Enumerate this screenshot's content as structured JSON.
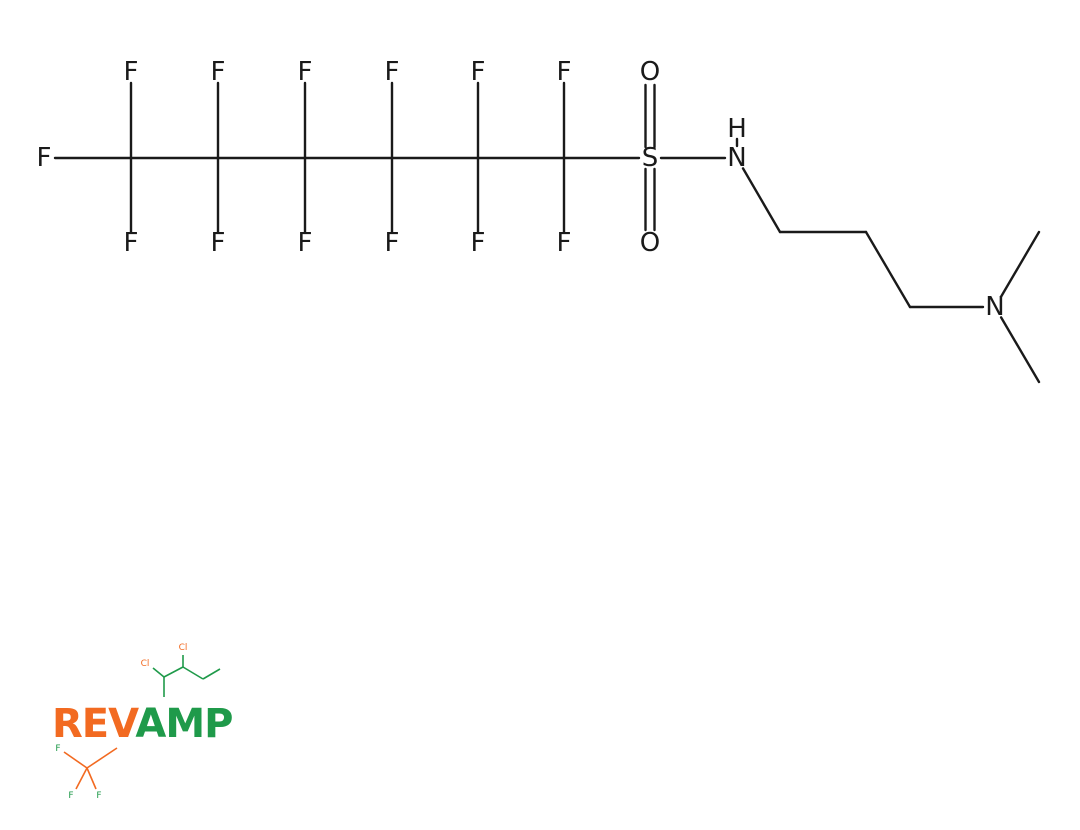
{
  "structure": {
    "atoms": [
      {
        "id": "F0",
        "el": "F",
        "label": "F"
      },
      {
        "id": "C1",
        "el": "C",
        "label": ""
      },
      {
        "id": "C2",
        "el": "C",
        "label": ""
      },
      {
        "id": "C3",
        "el": "C",
        "label": ""
      },
      {
        "id": "C4",
        "el": "C",
        "label": ""
      },
      {
        "id": "C5",
        "el": "C",
        "label": ""
      },
      {
        "id": "C6",
        "el": "C",
        "label": ""
      },
      {
        "id": "F1a",
        "el": "F",
        "label": "F"
      },
      {
        "id": "F1b",
        "el": "F",
        "label": "F"
      },
      {
        "id": "F2a",
        "el": "F",
        "label": "F"
      },
      {
        "id": "F2b",
        "el": "F",
        "label": "F"
      },
      {
        "id": "F3a",
        "el": "F",
        "label": "F"
      },
      {
        "id": "F3b",
        "el": "F",
        "label": "F"
      },
      {
        "id": "F4a",
        "el": "F",
        "label": "F"
      },
      {
        "id": "F4b",
        "el": "F",
        "label": "F"
      },
      {
        "id": "F5a",
        "el": "F",
        "label": "F"
      },
      {
        "id": "F5b",
        "el": "F",
        "label": "F"
      },
      {
        "id": "F6a",
        "el": "F",
        "label": "F"
      },
      {
        "id": "F6b",
        "el": "F",
        "label": "F"
      },
      {
        "id": "S",
        "el": "S",
        "label": "S"
      },
      {
        "id": "O1",
        "el": "O",
        "label": "O"
      },
      {
        "id": "O2",
        "el": "O",
        "label": "O"
      },
      {
        "id": "N1",
        "el": "N",
        "label": "N"
      },
      {
        "id": "H1",
        "el": "H",
        "label": "H"
      },
      {
        "id": "C7",
        "el": "C",
        "label": ""
      },
      {
        "id": "C8",
        "el": "C",
        "label": ""
      },
      {
        "id": "C9",
        "el": "C",
        "label": ""
      },
      {
        "id": "N2",
        "el": "N",
        "label": "N"
      },
      {
        "id": "C10",
        "el": "C",
        "label": ""
      },
      {
        "id": "C11",
        "el": "C",
        "label": ""
      }
    ],
    "bonds": [
      {
        "a": "F0",
        "b": "C1",
        "order": 1
      },
      {
        "a": "C1",
        "b": "C2",
        "order": 1
      },
      {
        "a": "C2",
        "b": "C3",
        "order": 1
      },
      {
        "a": "C3",
        "b": "C4",
        "order": 1
      },
      {
        "a": "C4",
        "b": "C5",
        "order": 1
      },
      {
        "a": "C5",
        "b": "C6",
        "order": 1
      },
      {
        "a": "C6",
        "b": "S",
        "order": 1
      },
      {
        "a": "C1",
        "b": "F1a",
        "order": 1
      },
      {
        "a": "C1",
        "b": "F1b",
        "order": 1
      },
      {
        "a": "C2",
        "b": "F2a",
        "order": 1
      },
      {
        "a": "C2",
        "b": "F2b",
        "order": 1
      },
      {
        "a": "C3",
        "b": "F3a",
        "order": 1
      },
      {
        "a": "C3",
        "b": "F3b",
        "order": 1
      },
      {
        "a": "C4",
        "b": "F4a",
        "order": 1
      },
      {
        "a": "C4",
        "b": "F4b",
        "order": 1
      },
      {
        "a": "C5",
        "b": "F5a",
        "order": 1
      },
      {
        "a": "C5",
        "b": "F5b",
        "order": 1
      },
      {
        "a": "C6",
        "b": "F6a",
        "order": 1
      },
      {
        "a": "C6",
        "b": "F6b",
        "order": 1
      },
      {
        "a": "S",
        "b": "O1",
        "order": 2
      },
      {
        "a": "S",
        "b": "O2",
        "order": 2
      },
      {
        "a": "S",
        "b": "N1",
        "order": 1
      },
      {
        "a": "N1",
        "b": "H1",
        "order": 1
      },
      {
        "a": "N1",
        "b": "C7",
        "order": 1
      },
      {
        "a": "C7",
        "b": "C8",
        "order": 1
      },
      {
        "a": "C8",
        "b": "C9",
        "order": 1
      },
      {
        "a": "C9",
        "b": "N2",
        "order": 1
      },
      {
        "a": "N2",
        "b": "C10",
        "order": 1
      },
      {
        "a": "N2",
        "b": "C11",
        "order": 1
      }
    ]
  },
  "logo": {
    "part1": "REV",
    "part2": "AMP",
    "part1_color": "#f26a21",
    "part2_color": "#1f9a4a",
    "mini_labels": [
      "Cl",
      "Cl",
      "F",
      "F",
      "F"
    ]
  },
  "colors": {
    "bond": "#1a1a1a",
    "background": "#ffffff"
  }
}
